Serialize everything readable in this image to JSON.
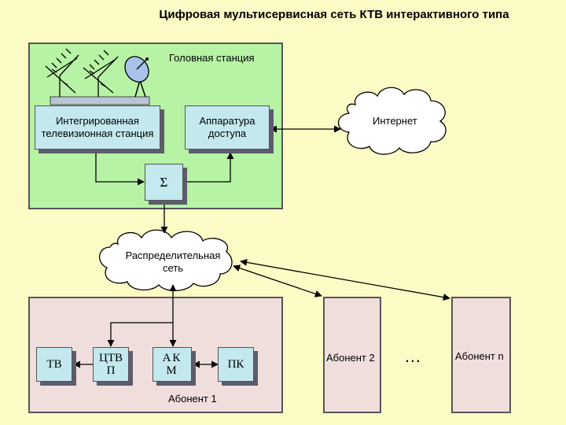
{
  "title": "Цифровая мультисервисная сеть КТВ интерактивного типа",
  "head_station": {
    "label": "Головная станция",
    "integrated_tv_station": "Интегрированная телевизионная станция",
    "access_equipment": "Аппаратура доступа",
    "summator": "Σ"
  },
  "internet": "Интернет",
  "distribution_network": "Распределительная сеть",
  "subscriber_1": {
    "label": "Абонент 1",
    "tv": "ТВ",
    "ctvp": "ЦТВП",
    "akm": "АКМ",
    "pc": "ПК"
  },
  "subscriber_2": "Абонент 2",
  "subscriber_n": "Абонент n",
  "ellipsis": "…",
  "colors": {
    "background": "#fdfbc5",
    "head_station_fill": "#b6f3a4",
    "subscriber_fill": "#f0dedd",
    "block_fill": "#c3e8ee",
    "dish_fill": "#a9c2ea"
  }
}
